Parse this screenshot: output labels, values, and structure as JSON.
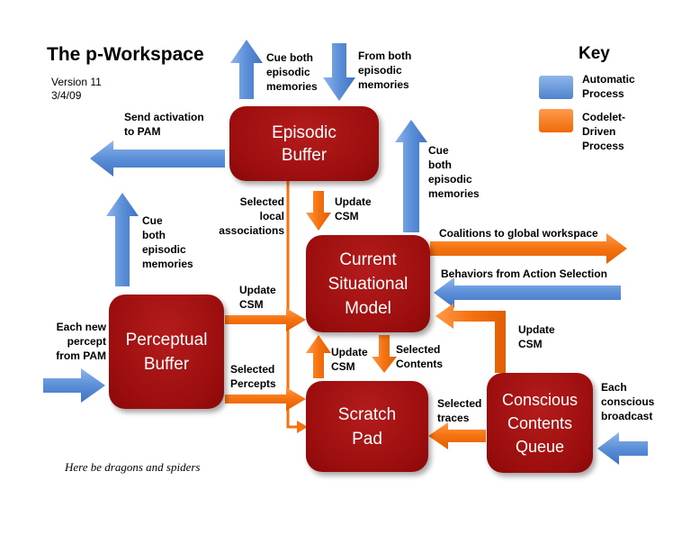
{
  "header": {
    "title": "The p-Workspace",
    "version": "Version 11\n3/4/09"
  },
  "key": {
    "title": "Key",
    "automatic": {
      "label": "Automatic\nProcess",
      "color": "#5b8fd8"
    },
    "codelet": {
      "label": "Codelet-\nDriven\nProcess",
      "color": "#f5720f"
    }
  },
  "boxes": {
    "episodic": "Episodic\nBuffer",
    "csm": "Current\nSituational\nModel",
    "perceptual": "Perceptual\nBuffer",
    "scratch": "Scratch\nPad",
    "conscious": "Conscious\nContents\nQueue"
  },
  "labels": {
    "cue_top": "Cue both\nepisodic\nmemories",
    "from_both": "From both\nepisodic\nmemories",
    "send_activation": "Send activation\nto PAM",
    "cue_right": "Cue\nboth\nepisodic\nmemories",
    "cue_left": "Cue\nboth\nepisodic\nmemories",
    "selected_local": "Selected\nlocal\nassociations",
    "update_csm_episodic": "Update\nCSM",
    "coalitions": "Coalitions to global workspace",
    "behaviors": "Behaviors from Action Selection",
    "update_csm_perceptual": "Update\nCSM",
    "each_new_percept": "Each new\npercept\nfrom PAM",
    "selected_percepts": "Selected\nPercepts",
    "update_csm_scratch": "Update\nCSM",
    "selected_contents": "Selected\nContents",
    "update_csm_queue": "Update\nCSM",
    "selected_traces": "Selected\ntraces",
    "each_conscious": "Each\nconscious\nbroadcast"
  },
  "note": "Here be dragons and spiders"
}
